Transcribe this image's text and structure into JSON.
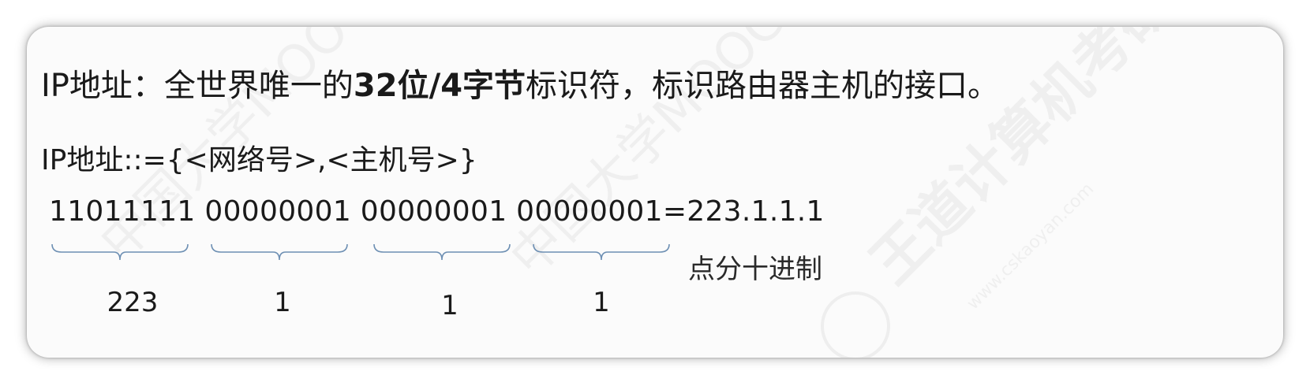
{
  "line1": {
    "prefix": "IP地址：全世界唯一的",
    "bold": "32位/4字节",
    "suffix": "标识符，标识路由器主机的接口。"
  },
  "line2": {
    "text": "IP地址::={<网络号>,<主机号>}"
  },
  "line3": {
    "octets": [
      "11011111",
      "00000001",
      "00000001",
      "00000001"
    ],
    "result": "=223.1.1.1"
  },
  "decimal_label": "点分十进制",
  "octet_values": [
    "223",
    "1",
    "1",
    "1"
  ],
  "watermark": {
    "left_text": "中国大学MOOC",
    "right_text": "王道计算机考研",
    "url": "www.cskaoyan.com"
  },
  "colors": {
    "brace": "#6d8fb3",
    "text": "#1a1a1a",
    "card": "#fbfbfb"
  }
}
